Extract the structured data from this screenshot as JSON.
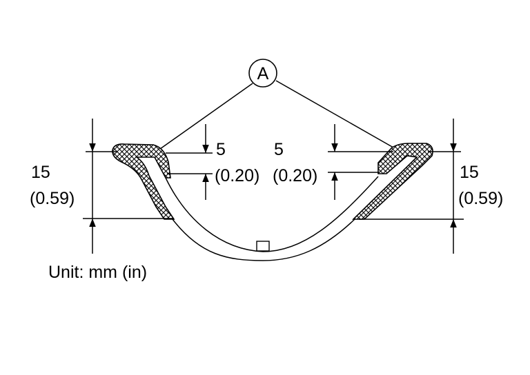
{
  "callout": {
    "label": "A"
  },
  "dimensions": {
    "left_height": {
      "value": "15",
      "alt": "(0.59)"
    },
    "right_height": {
      "value": "15",
      "alt": "(0.59)"
    },
    "left_lip": {
      "value": "5",
      "alt": "(0.20)"
    },
    "right_lip": {
      "value": "5",
      "alt": "(0.20)"
    }
  },
  "unit_note": "Unit: mm (in)"
}
